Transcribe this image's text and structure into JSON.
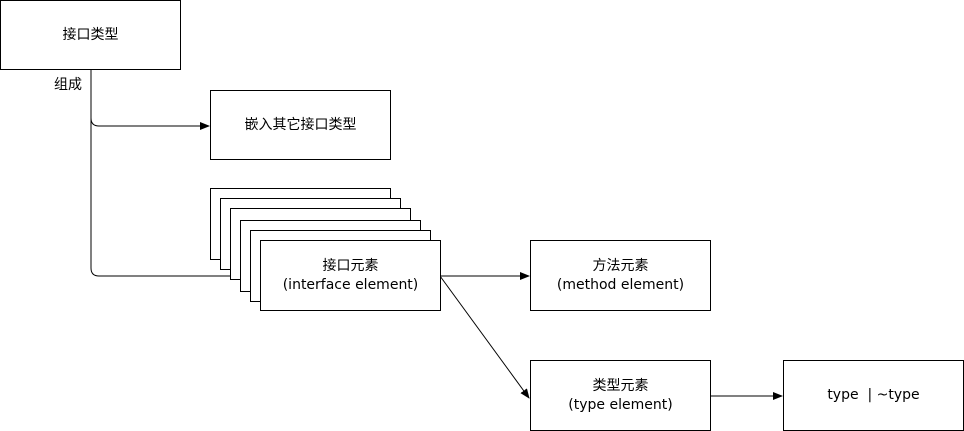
{
  "nodes": {
    "interface_type": {
      "label": "接口类型"
    },
    "embed_interface": {
      "label": "嵌入其它接口类型"
    },
    "interface_element": {
      "label": "接口元素",
      "sublabel": "(interface element)"
    },
    "method_element": {
      "label": "方法元素",
      "sublabel": "(method element)"
    },
    "type_element": {
      "label": "类型元素",
      "sublabel": "(type element)"
    },
    "type_union": {
      "label": "type  | ~type"
    }
  },
  "edge_labels": {
    "compose": "组成"
  }
}
